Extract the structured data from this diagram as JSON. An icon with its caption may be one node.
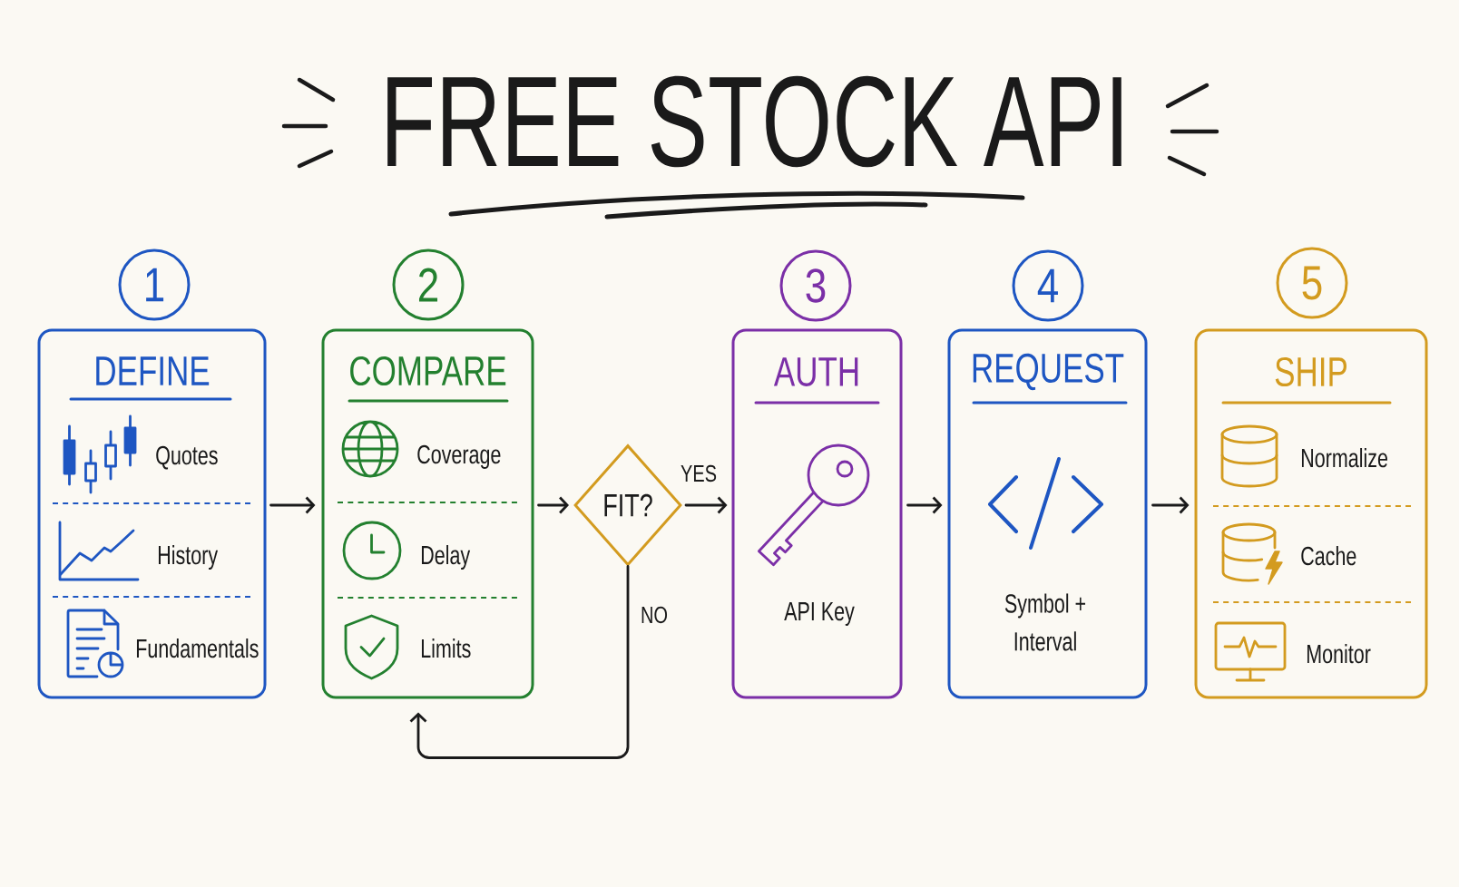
{
  "diagram": {
    "title": "FREE STOCK API",
    "nodes": [
      {
        "text": [
          "1"
        ]
      },
      {
        "text": [
          "DEFINE",
          "Quotes",
          "History",
          "Fundamentals"
        ]
      },
      {
        "text": [
          "2"
        ]
      },
      {
        "text": [
          "COMPARE",
          "Coverage",
          "Delay",
          "Limits"
        ]
      },
      {
        "text": [
          "FIT?"
        ]
      },
      {
        "text": [
          "3"
        ]
      },
      {
        "text": [
          "AUTH",
          "API Key"
        ]
      },
      {
        "text": [
          "4"
        ]
      },
      {
        "text": [
          "REQUEST",
          "Symbol + Interval"
        ]
      },
      {
        "text": [
          "5"
        ]
      },
      {
        "text": [
          "SHIP",
          "Normalize",
          "Cache",
          "Monitor"
        ]
      }
    ],
    "edges": [
      {
        "from": 1,
        "to": 3,
        "arrow": "to"
      },
      {
        "from": 3,
        "to": 4,
        "arrow": "to"
      },
      {
        "from": 4,
        "to": 6,
        "arrow": "to",
        "label": "YES"
      },
      {
        "from": 6,
        "to": 8,
        "arrow": "to"
      },
      {
        "from": 8,
        "to": 10,
        "arrow": "to"
      },
      {
        "from": 4,
        "to": 3,
        "arrow": "to",
        "label": "NO"
      }
    ]
  }
}
